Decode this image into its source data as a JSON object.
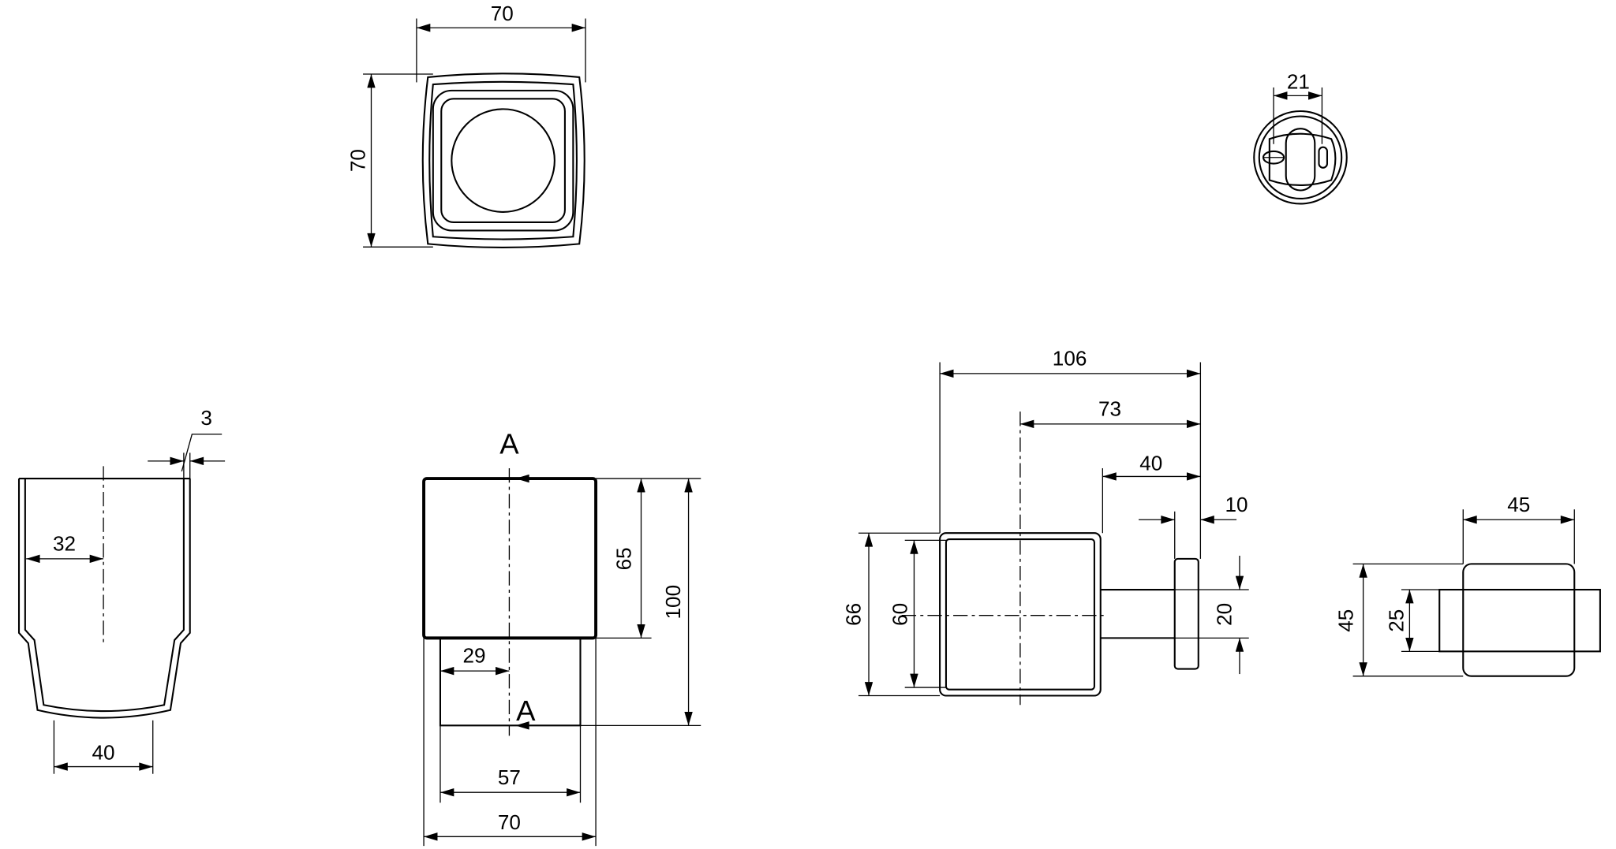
{
  "top_view": {
    "width": "70",
    "height": "70"
  },
  "mount_view": {
    "slot_width": "21"
  },
  "section_view": {
    "wall": "3",
    "inner_half": "32",
    "bottom": "40"
  },
  "front_view": {
    "section_mark_top": "A",
    "section_mark_bottom": "A",
    "half_lower": "29",
    "lower_width": "57",
    "width": "70",
    "cup_height": "65",
    "total_height": "100"
  },
  "side_view": {
    "projection": "106",
    "center_to_wall": "73",
    "rod_length": "40",
    "plate": "10",
    "outer_height": "66",
    "inner_height": "60",
    "rod_diameter": "20"
  },
  "right_view": {
    "width": "45",
    "height": "45",
    "band": "25"
  }
}
